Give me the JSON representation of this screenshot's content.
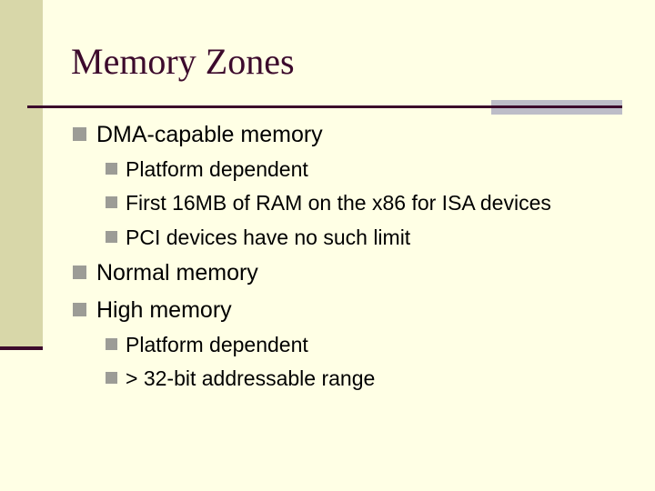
{
  "slide": {
    "title": "Memory Zones",
    "bullets": {
      "dma": "DMA-capable memory",
      "dma_platform": "Platform dependent",
      "dma_first16": "First 16MB of RAM on the x86 for ISA devices",
      "dma_pci": "PCI devices have no such limit",
      "normal": "Normal memory",
      "high": "High memory",
      "high_platform": "Platform dependent",
      "high_range": "> 32-bit addressable range"
    }
  },
  "colors": {
    "background": "#FFFFE5",
    "left_bar": "#D8D7A9",
    "title": "#3C0A2C",
    "rule": "#3C0A2C",
    "rule_accent": "#BDBDC8",
    "bullet": "#9C9C96",
    "text": "#000000"
  },
  "icons": {
    "bullet": "square-bullet-icon"
  }
}
